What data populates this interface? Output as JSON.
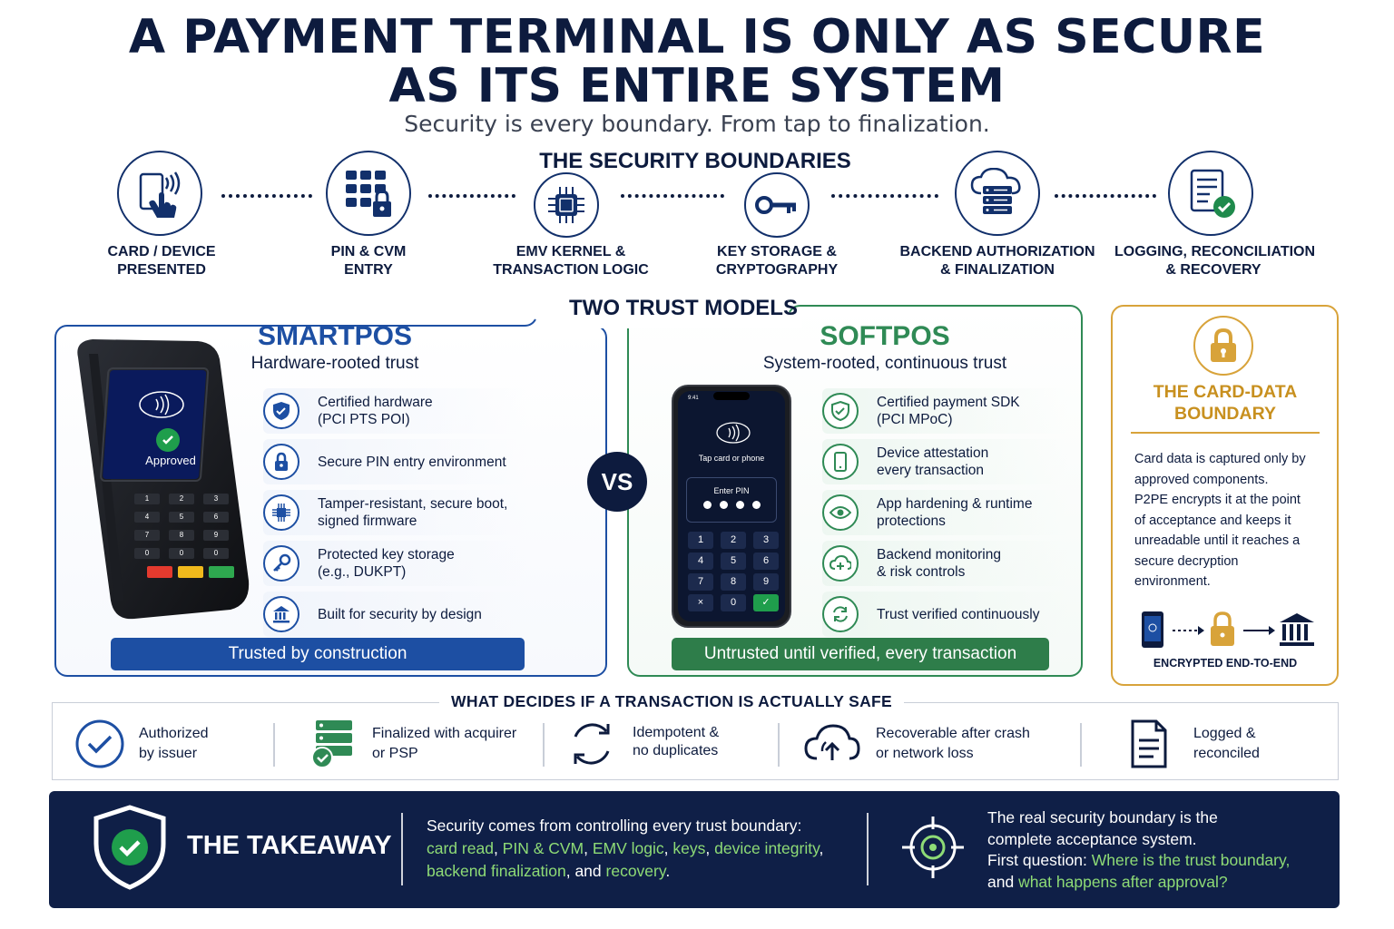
{
  "header": {
    "title_line1": "A PAYMENT TERMINAL IS ONLY AS SECURE",
    "title_line2": "AS ITS ENTIRE SYSTEM",
    "subtitle": "Security is every boundary. From tap to finalization."
  },
  "boundaries": {
    "heading": "THE SECURITY BOUNDARIES",
    "items": [
      {
        "line1": "CARD / DEVICE",
        "line2": "PRESENTED",
        "icon": "tap-card-icon"
      },
      {
        "line1": "PIN & CVM",
        "line2": "ENTRY",
        "icon": "keypad-lock-icon"
      },
      {
        "line1": "EMV KERNEL &",
        "line2": "TRANSACTION LOGIC",
        "icon": "chip-icon"
      },
      {
        "line1": "KEY STORAGE &",
        "line2": "CRYPTOGRAPHY",
        "icon": "key-icon"
      },
      {
        "line1": "BACKEND AUTHORIZATION",
        "line2": "& FINALIZATION",
        "icon": "cloud-server-icon"
      },
      {
        "line1": "LOGGING, RECONCILIATION",
        "line2": "& RECOVERY",
        "icon": "log-check-icon"
      }
    ]
  },
  "trust_models": {
    "heading": "TWO TRUST MODELS",
    "vs": "VS",
    "smartpos": {
      "title": "SMARTPOS",
      "subtitle": "Hardware-rooted trust",
      "screen_status": "Approved",
      "keys": [
        "1",
        "2",
        "3",
        "4",
        "5",
        "6",
        "7",
        "8",
        "9",
        "0",
        "0",
        "0"
      ],
      "features": [
        {
          "line1": "Certified hardware",
          "line2": "(PCI PTS POI)"
        },
        {
          "line1": "Secure PIN entry environment",
          "line2": ""
        },
        {
          "line1": "Tamper-resistant, secure boot,",
          "line2": "signed firmware"
        },
        {
          "line1": "Protected key storage",
          "line2": "(e.g., DUKPT)"
        },
        {
          "line1": "Built for security by design",
          "line2": ""
        }
      ],
      "banner": "Trusted by construction"
    },
    "softpos": {
      "title": "SOFTPOS",
      "subtitle": "System-rooted, continuous trust",
      "phone_time": "9:41",
      "phone_tap": "Tap card or phone",
      "phone_pin_label": "Enter PIN",
      "phone_keys": [
        "1",
        "2",
        "3",
        "4",
        "5",
        "6",
        "7",
        "8",
        "9",
        "×",
        "0",
        "✓"
      ],
      "features": [
        {
          "line1": "Certified payment SDK",
          "line2": "(PCI MPoC)"
        },
        {
          "line1": "Device attestation",
          "line2": "every transaction"
        },
        {
          "line1": "App hardening & runtime",
          "line2": "protections"
        },
        {
          "line1": "Backend monitoring",
          "line2": "& risk controls"
        },
        {
          "line1": "Trust verified continuously",
          "line2": ""
        }
      ],
      "banner": "Untrusted until verified, every transaction"
    }
  },
  "card_data": {
    "title_line1": "THE CARD-DATA",
    "title_line2": "BOUNDARY",
    "body_lines": [
      "Card data is captured only by",
      "approved components.",
      "P2PE encrypts it at the point",
      "of acceptance and keeps it",
      "unreadable until it reaches a",
      "secure decryption",
      "environment."
    ],
    "footer": "ENCRYPTED END-TO-END"
  },
  "safe": {
    "heading": "WHAT DECIDES IF A TRANSACTION IS ACTUALLY SAFE",
    "items": [
      {
        "line1": "Authorized",
        "line2": "by issuer"
      },
      {
        "line1": "Finalized with acquirer",
        "line2": "or PSP"
      },
      {
        "line1": "Idempotent &",
        "line2": "no duplicates"
      },
      {
        "line1": "Recoverable after crash",
        "line2": "or network loss"
      },
      {
        "line1": "Logged &",
        "line2": "reconciled"
      }
    ]
  },
  "takeaway": {
    "title": "THE TAKEAWAY",
    "left_line1": "Security comes from controlling every trust boundary:",
    "left_parts": [
      "card read",
      ", ",
      "PIN & CVM",
      ", ",
      "EMV logic",
      ", ",
      "keys",
      ", ",
      "device integrity",
      ","
    ],
    "left_line3_parts": [
      "backend finalization",
      ", and ",
      "recovery",
      "."
    ],
    "right_line1": "The real security boundary is the",
    "right_line2": "complete acceptance system.",
    "right_line3_pre": "First question: ",
    "right_line3_hl": "Where is the trust boundary,",
    "right_line4_pre": "and ",
    "right_line4_hl": "what happens after approval?"
  },
  "colors": {
    "navy": "#0d1b3e",
    "smart_blue": "#1d4fa3",
    "soft_green": "#2f8a55",
    "gold": "#d8a33a",
    "highlight_green": "#8edb76"
  }
}
